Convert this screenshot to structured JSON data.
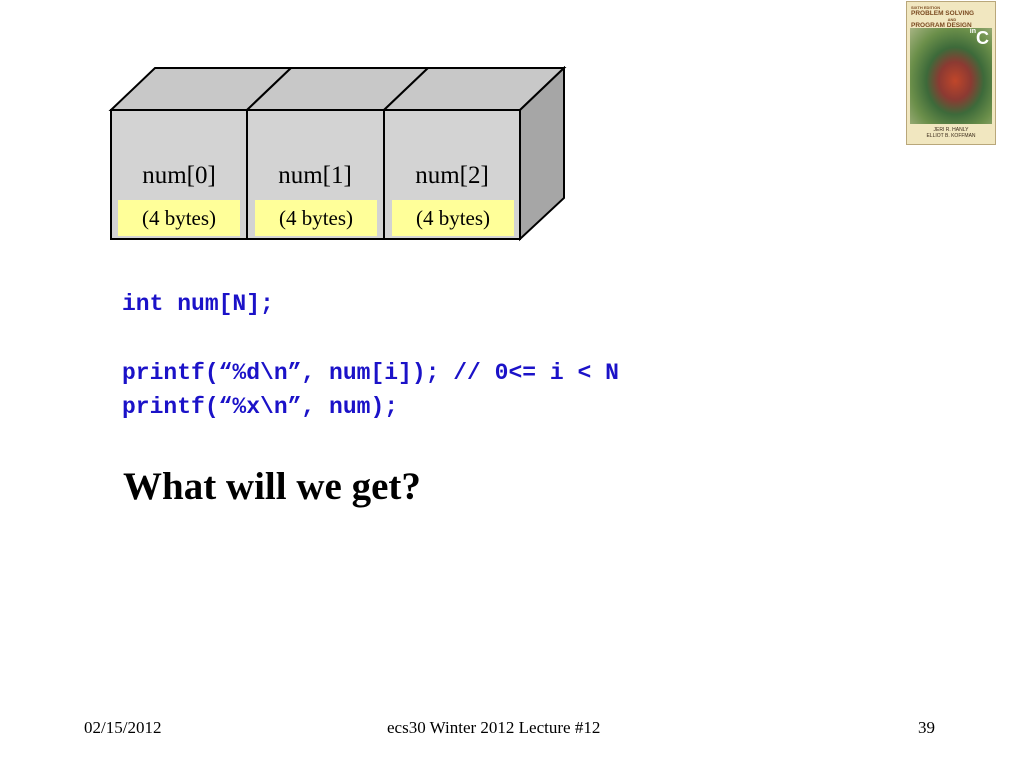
{
  "book_cover": {
    "edition": "SIXTH EDITION",
    "title_line1": "PROBLEM SOLVING",
    "and_word": "AND",
    "title_line2": "PROGRAM DESIGN",
    "in_word": "in",
    "language": "C",
    "author1": "JERI R. HANLY",
    "author2": "ELLIOT B. KOFFMAN"
  },
  "array": {
    "cells": [
      {
        "label": "num[0]",
        "size": "(4 bytes)"
      },
      {
        "label": "num[1]",
        "size": "(4 bytes)"
      },
      {
        "label": "num[2]",
        "size": "(4 bytes)"
      }
    ],
    "colors": {
      "face": "#d3d3d3",
      "top": "#c0c0c0",
      "side": "#a6a6a6",
      "tag": "#ffff99",
      "code": "#1b12c8"
    }
  },
  "code": {
    "line1": "int num[N];",
    "line2": "printf(“%d\\n”, num[i]); // 0<= i < N",
    "line3": "printf(“%x\\n”, num);"
  },
  "question": "What will we get?",
  "footer": {
    "date": "02/15/2012",
    "course": "ecs30 Winter 2012 Lecture #12",
    "page": "39"
  }
}
